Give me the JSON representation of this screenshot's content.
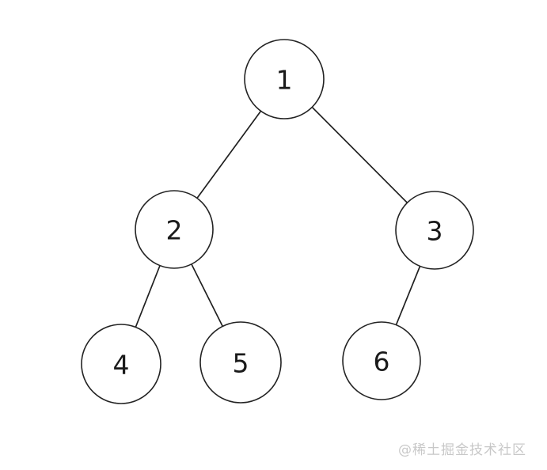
{
  "page": {
    "background": "#ffffff",
    "stroke_color": "#232323",
    "text_color": "#1a1a1a"
  },
  "diagram": {
    "type": "binary-tree",
    "nodes": [
      {
        "id": "1",
        "label": "1"
      },
      {
        "id": "2",
        "label": "2"
      },
      {
        "id": "3",
        "label": "3"
      },
      {
        "id": "4",
        "label": "4"
      },
      {
        "id": "5",
        "label": "5"
      },
      {
        "id": "6",
        "label": "6"
      }
    ],
    "edges": [
      {
        "from": "1",
        "to": "2"
      },
      {
        "from": "1",
        "to": "3"
      },
      {
        "from": "2",
        "to": "4"
      },
      {
        "from": "2",
        "to": "5"
      },
      {
        "from": "3",
        "to": "6"
      }
    ]
  },
  "watermark": {
    "text": "@稀土掘金技术社区",
    "color": "#c8c8c8"
  }
}
